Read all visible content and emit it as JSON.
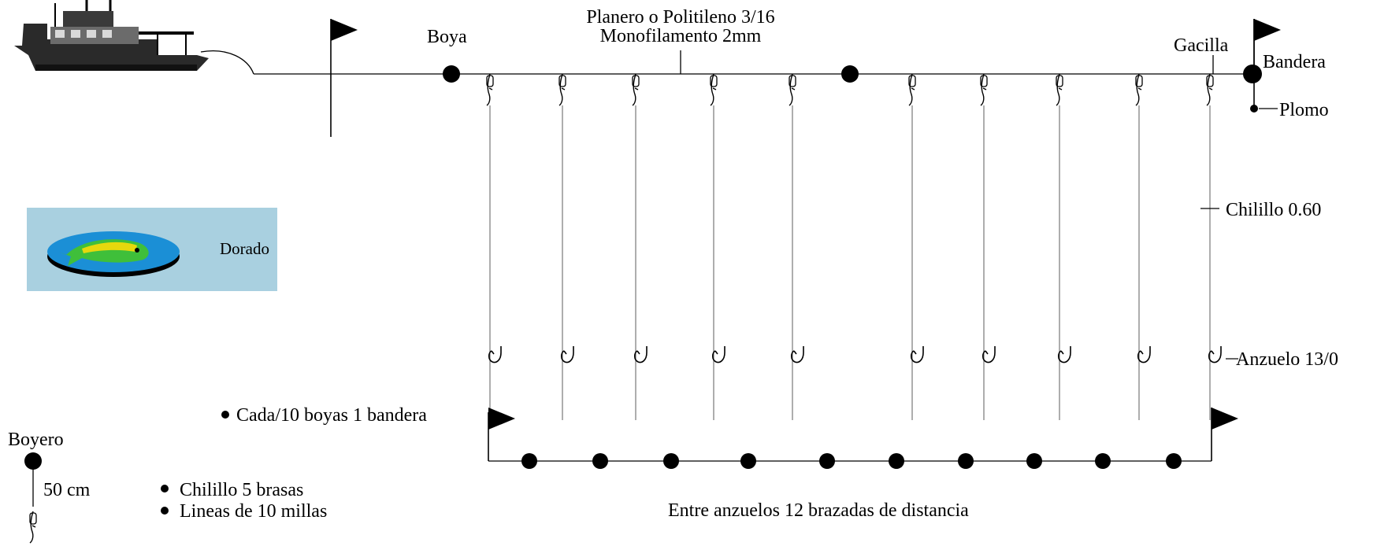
{
  "labels": {
    "title_line1": "Planero o Politileno 3/16",
    "title_line2": "Monofilamento 2mm",
    "boya": "Boya",
    "gacilla": "Gacilla",
    "bandera": "Bandera",
    "plomo": "Plomo",
    "chilillo": "Chilillo 0.60",
    "anzuelo": "Anzuelo 13/0",
    "dorado": "Dorado",
    "boyero": "Boyero",
    "cm50": "50 cm",
    "cada": "Cada/10 boyas 1 bandera",
    "chilillo_brasas": "Chilillo 5 brasas",
    "lineas": "Lineas de 10 millas",
    "entre": "Entre anzuelos 12 brazadas de distancia"
  },
  "icons": [
    "boat-icon",
    "flag-icon",
    "buoy-icon",
    "hook-icon",
    "dorado-fish-icon"
  ],
  "colors": {
    "legend_bg": "#a9d0e0",
    "plate": "#1b8fd6",
    "line": "#000000"
  }
}
